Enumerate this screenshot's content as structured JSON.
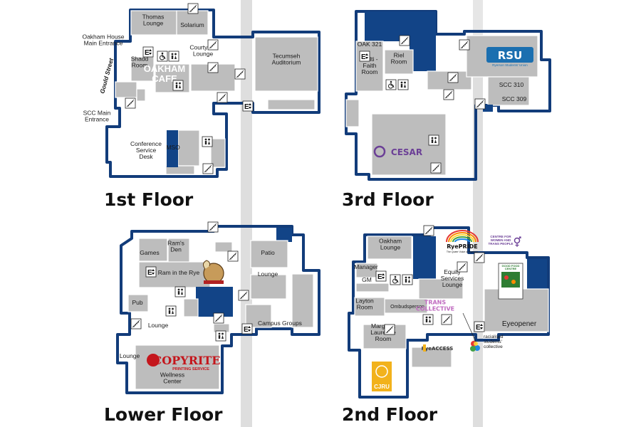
{
  "floors": {
    "first": {
      "title": "1st Floor",
      "labels": {
        "thomas_lounge": "Thomas\nLounge",
        "solarium": "Solarium",
        "oakham_entrance": "Oakham House\nMain Entrance",
        "courtyard_lounge": "Courtyard\nLounge",
        "tecumseh": "Tecumseh\nAuditorium",
        "gould_street": "Gould Street",
        "shadd_room": "Shadd\nRoom",
        "oakham_cafe_logo": "OAKHAM\nCAFE",
        "scc_entrance": "SCC Main\nEntrance",
        "mso": "MSO",
        "conference": "Conference\nService\nDesk"
      }
    },
    "third": {
      "title": "3rd Floor",
      "labels": {
        "oak321": "OAK 321",
        "multi_faith": "Multi -\nFaith\nRoom",
        "riel_room": "Riel\nRoom",
        "rsu_logo": "RSU",
        "rsu_sub": "Ryerson Students' Union",
        "scc310": "SCC 310",
        "scc309": "SCC 309",
        "cesar_logo": "CESAR"
      }
    },
    "lower": {
      "title": "Lower Floor",
      "labels": {
        "games": "Games",
        "rams_den": "Ram's\nDen",
        "ram_in_rye": "Ram in the Rye",
        "patio": "Patio",
        "lounge_right": "Lounge",
        "pub": "Pub",
        "lounge_mid": "Lounge",
        "campus_groups": "Campus Groups",
        "lounge_left": "Lounge",
        "copyrite_logo": "COPYRITE",
        "copyrite_sub": "PRINTING SERVICE",
        "wellness": "Wellness\nCenter"
      }
    },
    "second": {
      "title": "2nd Floor",
      "labels": {
        "oakham_lounge": "Oakham\nLounge",
        "ryepride_logo": "RyePRIDE",
        "ryepride_sub": "The Queer Voice of Ryerson",
        "cwtp": "CENTRE FOR\nWOMEN AND\nTRANS PEOPLE",
        "manager": "Manager",
        "gm": "GM",
        "equity": "Equity\nServices\nLounge",
        "good_food": "GOOD FOOD\nCENTRE",
        "layton": "Layton\nRoom",
        "ombudsperson": "Ombudsperson",
        "trans_collective": "TRANS\nCOLLECTIVE",
        "eyeopener": "Eyeopener",
        "margaret": "Margaret\nLaurence\nRoom",
        "ryeaccess": "RyeACCESS",
        "racialised": "racialised\nstudents'\ncollective",
        "cjru": "CJRU"
      }
    }
  },
  "icon_glyphs": {
    "elevator": "E",
    "washroom": "↕"
  },
  "colors": {
    "navy": "#124487",
    "room_gray": "#bdbdbd",
    "corridor": "#d8d8d8",
    "rsu_blue": "#1b6fb0",
    "cesar_purple": "#6b3f96",
    "copyrite_red": "#c4161c",
    "cjru_yellow": "#f2b21b",
    "good_food_green": "#2e7d32"
  }
}
